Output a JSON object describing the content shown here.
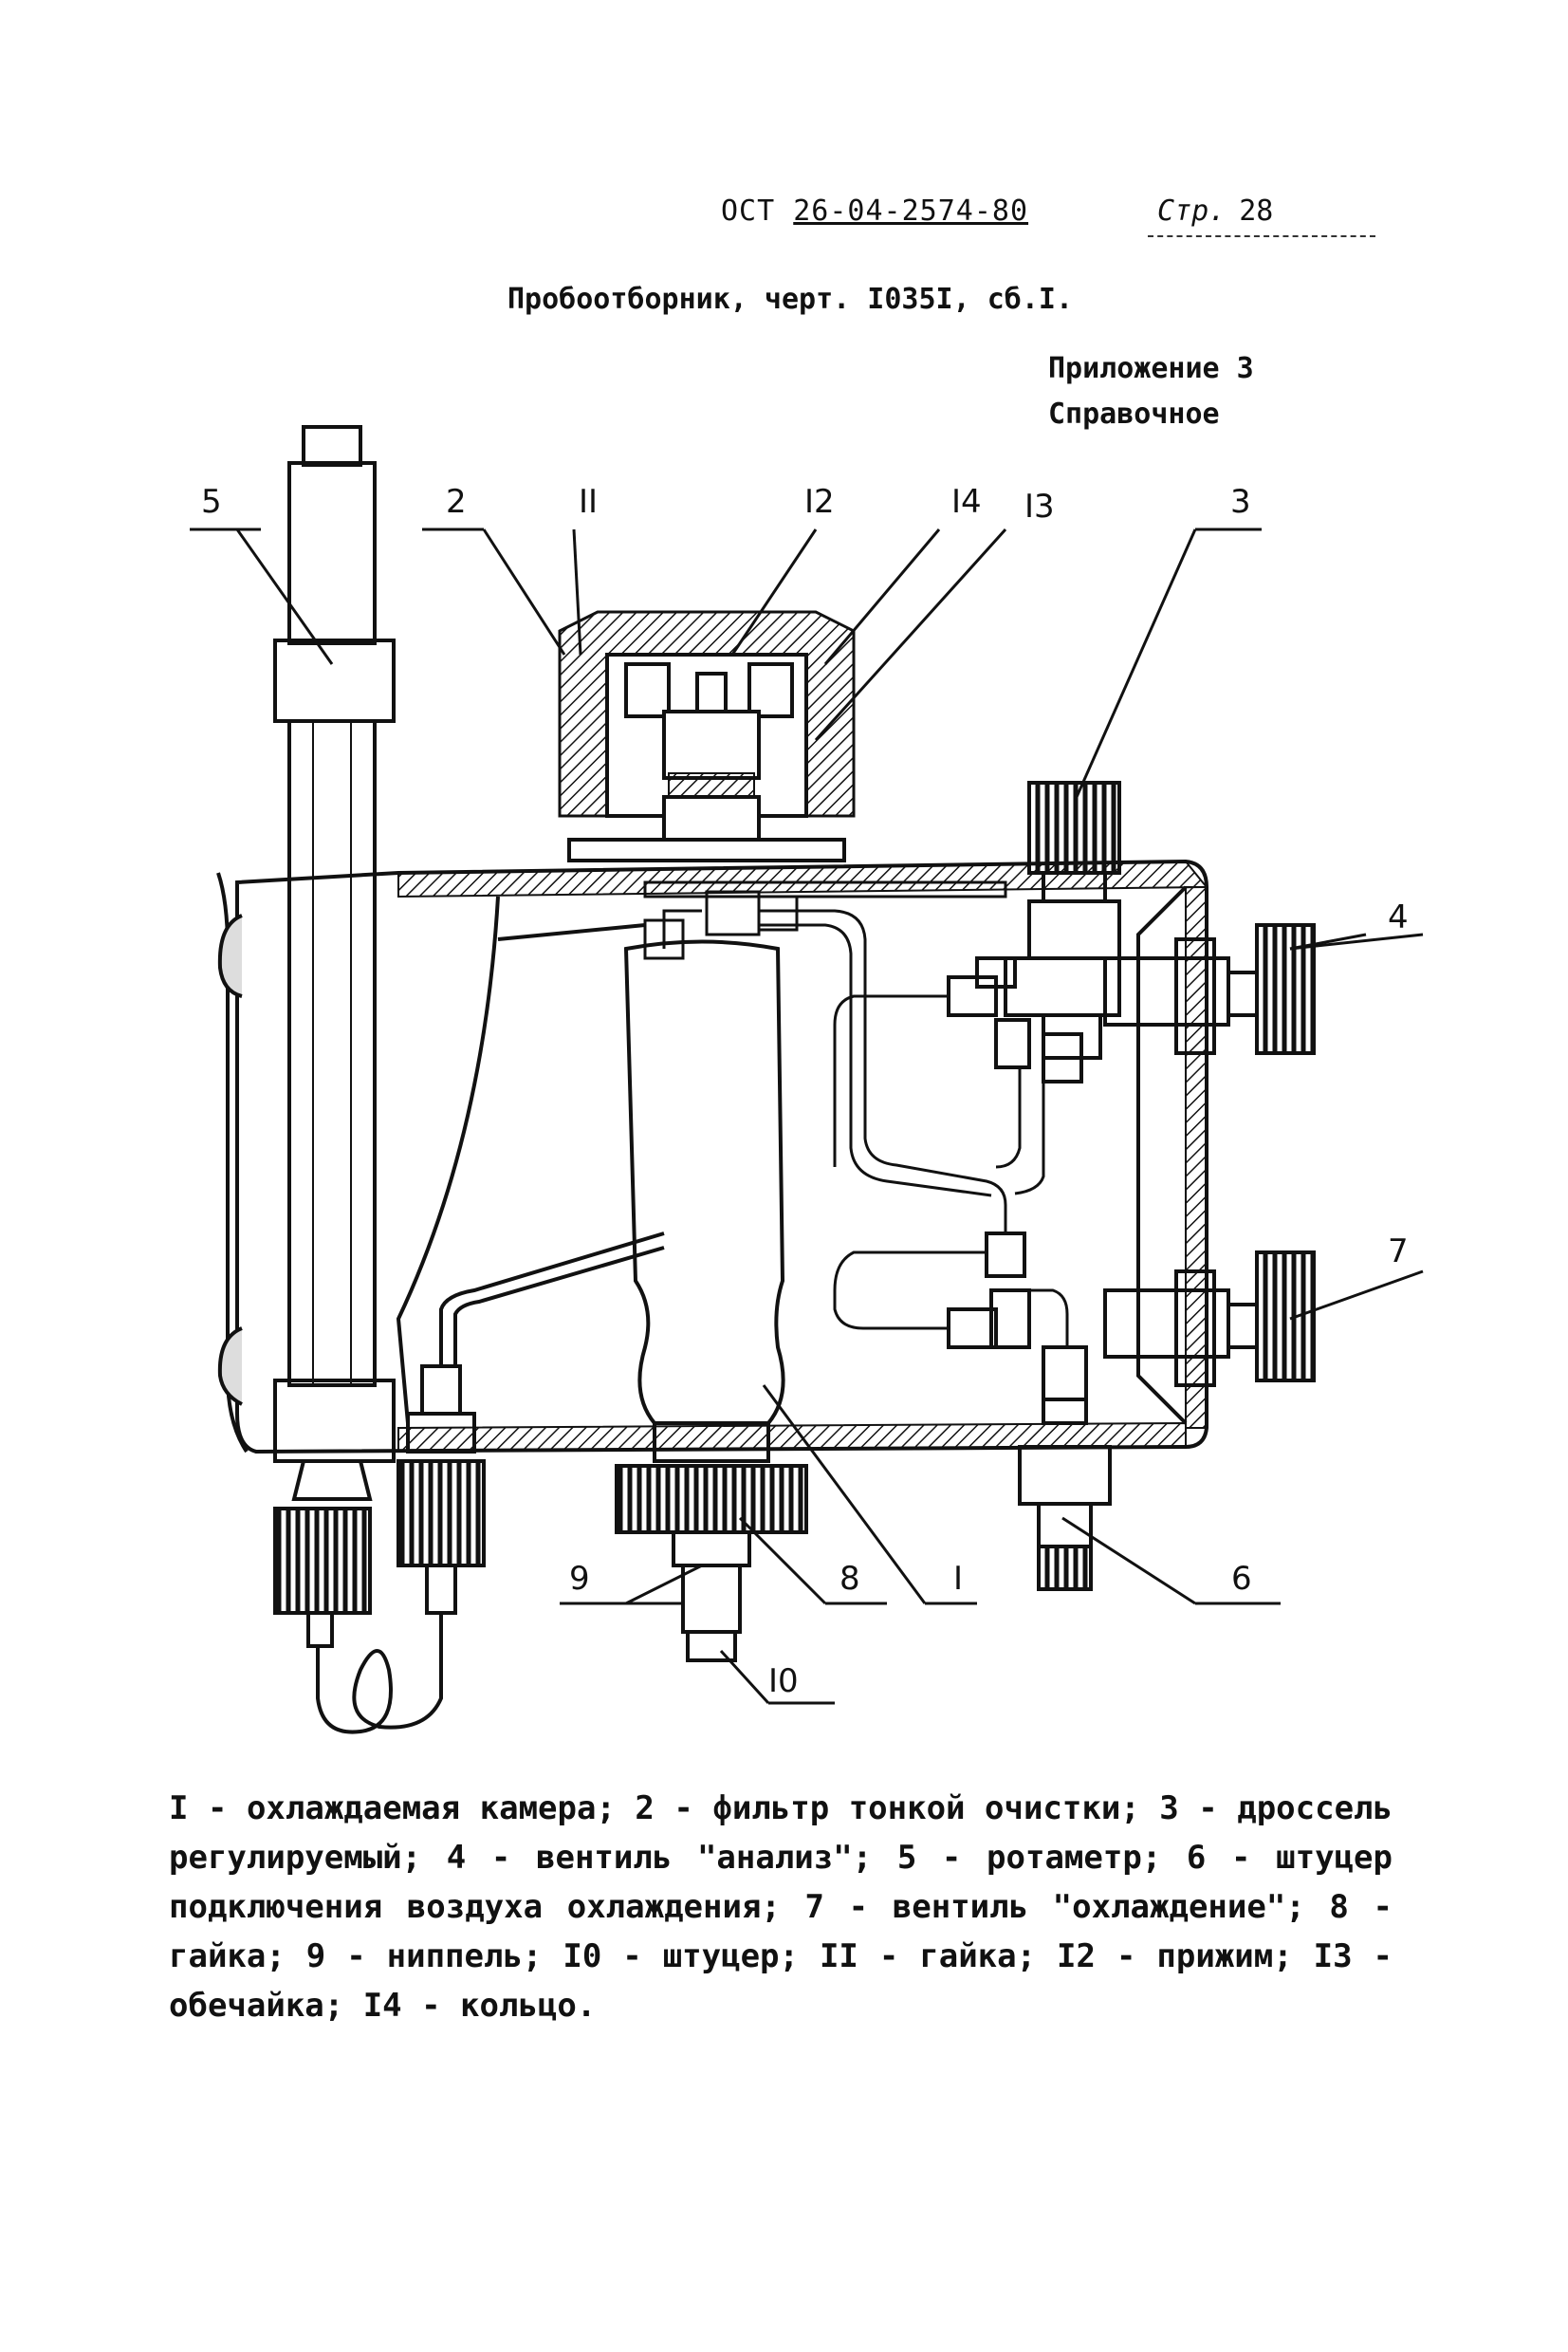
{
  "header": {
    "doc_prefix": "ОСТ ",
    "doc_number": "26-04-2574-80",
    "page_label": "Стр.",
    "page_number": "28"
  },
  "title": "Пробоотборник, черт. I035I, сб.I.",
  "appendix": {
    "line1": "Приложение 3",
    "line2": "Справочное"
  },
  "callouts": {
    "c5": "5",
    "c2": "2",
    "c11": "II",
    "c12": "I2",
    "c14": "I4",
    "c13": "I3",
    "c3": "3",
    "c4": "4",
    "c7": "7",
    "c9": "9",
    "c8": "8",
    "c1": "I",
    "c6": "6",
    "c10": "I0"
  },
  "legend": "I - охлаждаемая камера; 2 - фильтр тонкой очистки; 3 - дроссель регулируемый; 4 - вентиль \"анализ\"; 5 - ротаметр; 6 - штуцер подключения воздуха охлаждения; 7 - вентиль \"охлаждение\"; 8 - гайка; 9 - ниппель; I0 - штуцер; II - гайка; I2 - прижим; I3 - обечайка; I4 - кольцо."
}
